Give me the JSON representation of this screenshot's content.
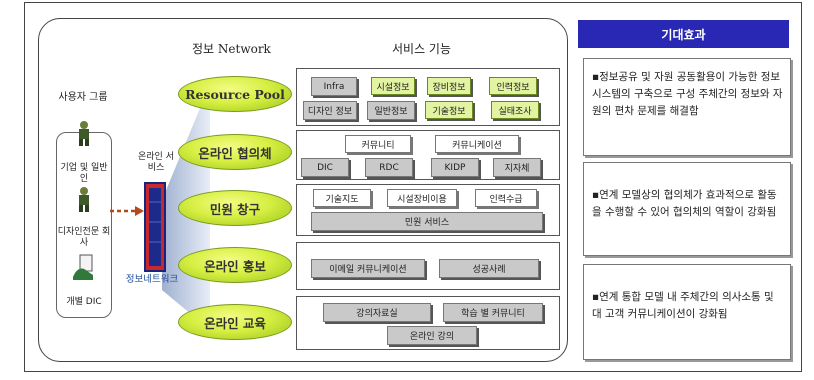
{
  "headers": {
    "network": "정보 Network",
    "service": "서비스 기능"
  },
  "user_group": {
    "title": "사용자 그룹",
    "items": [
      {
        "label": "기업 및 일반인",
        "icon": "worker-icon"
      },
      {
        "label": "디자인전문 회사",
        "icon": "worker-icon"
      },
      {
        "label": "개별 DIC",
        "icon": "hand-document-icon"
      }
    ]
  },
  "online_service_label": "온라인 서비스",
  "network_label": "정보네트워크",
  "network_nodes": [
    {
      "label": "Resource Pool"
    },
    {
      "label": "온라인 협의체"
    },
    {
      "label": "민원 창구"
    },
    {
      "label": "온라인 홍보"
    },
    {
      "label": "온라인 교육"
    }
  ],
  "services": {
    "resource_pool": [
      "Infra",
      "시설정보",
      "장비정보",
      "인력정보",
      "디자인 정보",
      "일반정보",
      "기술정보",
      "실태조사"
    ],
    "council": [
      "커뮤니티",
      "커뮤니케이션",
      "DIC",
      "RDC",
      "KIDP",
      "지자체"
    ],
    "civil": [
      "기술지도",
      "시설장비이용",
      "인력수급",
      "민원 서비스"
    ],
    "promotion": [
      "이메일 커뮤니케이션",
      "성공사례"
    ],
    "education": [
      "강의자료실",
      "학습 별 커뮤니티",
      "온라인 강의"
    ]
  },
  "expected_effects": {
    "title": "기대효과",
    "items": [
      "▪정보공유 및 자원 공동활용이 가능한 정보 시스템의 구축으로 구성 주체간의 정보와 자원의 편차 문제를 해결함",
      "▪연계 모델상의 협의체가 효과적으로 활동을 수행할 수 있어 협의체의 역할이 강화됨",
      "▪연계 통합 모델 내 주체간의 의사소통 및 대 고객 커뮤니케이션이 강화됨"
    ]
  },
  "colors": {
    "accent_blue": "#2828b4",
    "ellipse_green": "#d7ef43",
    "arrow_brown": "#b24a1c",
    "door_red": "#c8282c"
  }
}
